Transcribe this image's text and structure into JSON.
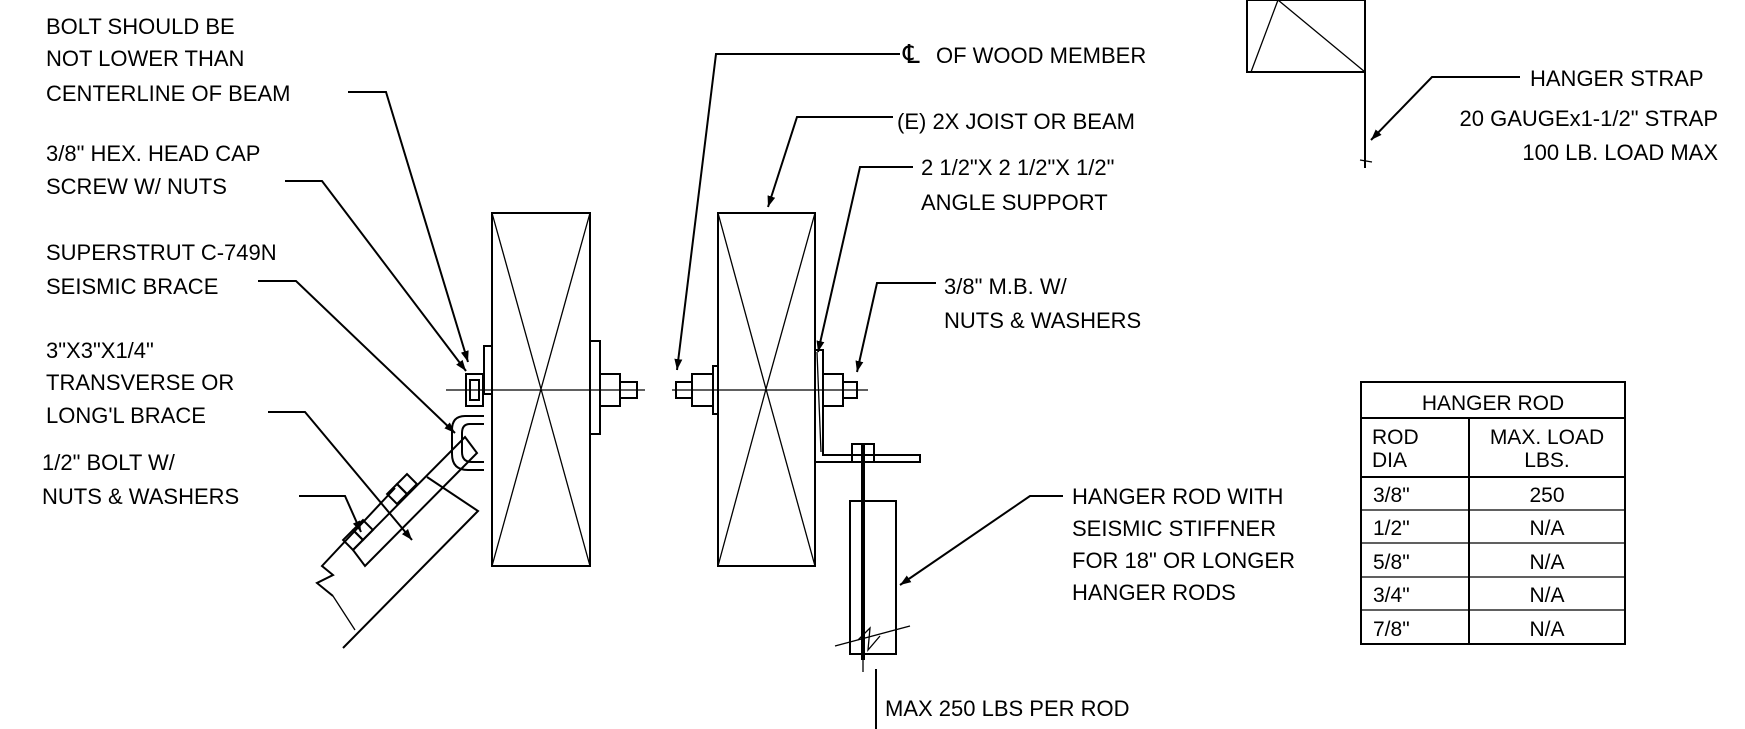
{
  "labels": {
    "bolt_centerline": [
      "BOLT SHOULD BE",
      "NOT LOWER THAN",
      "CENTERLINE OF BEAM"
    ],
    "hex_head": [
      "3/8\" HEX. HEAD CAP",
      "SCREW W/ NUTS"
    ],
    "superstrut": [
      "SUPERSTRUT C-749N",
      "SEISMIC BRACE"
    ],
    "transverse": [
      "3\"X3\"X1/4\"",
      "TRANSVERSE OR",
      "LONG'L BRACE"
    ],
    "half_bolt": [
      "1/2\" BOLT W/",
      "NUTS & WASHERS"
    ],
    "cl_symbol": "℄",
    "cl_wood": "OF WOOD MEMBER",
    "joist": "(E) 2X JOIST OR BEAM",
    "angle_support": [
      "2 1/2\"X 2 1/2\"X 1/2\"",
      "ANGLE SUPPORT"
    ],
    "mb": [
      "3/8\" M.B. W/",
      "NUTS & WASHERS"
    ],
    "hanger_rod_stiff": [
      "HANGER ROD WITH",
      "SEISMIC STIFFNER",
      "FOR 18\" OR LONGER",
      "HANGER RODS"
    ],
    "max_per_rod": "MAX 250 LBS PER ROD",
    "hanger_strap": "HANGER STRAP",
    "strap_spec": [
      "20 GAUGEx1-1/2\" STRAP",
      "100 LB. LOAD MAX"
    ]
  },
  "table": {
    "title": "HANGER ROD",
    "col1_header": [
      "ROD",
      "DIA"
    ],
    "col2_header": [
      "MAX. LOAD",
      "LBS."
    ],
    "rows": [
      {
        "dia": "3/8\"",
        "load": "250"
      },
      {
        "dia": "1/2\"",
        "load": "N/A"
      },
      {
        "dia": "5/8\"",
        "load": "N/A"
      },
      {
        "dia": "3/4\"",
        "load": "N/A"
      },
      {
        "dia": "7/8\"",
        "load": "N/A"
      }
    ]
  }
}
